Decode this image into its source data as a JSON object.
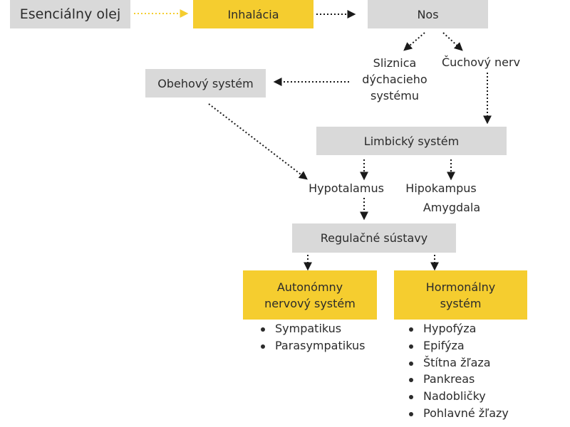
{
  "nodes": {
    "essential_oil": "Esenciálny olej",
    "inhalation": "Inhalácia",
    "nose": "Nos",
    "mucosa": "Sliznica dýchacieho systému",
    "olfactory_nerve": "Čuchový nerv",
    "circulatory": "Obehový systém",
    "limbic": "Limbický systém",
    "hypothalamus": "Hypotalamus",
    "hippocampus": "Hipokampus",
    "amygdala": "Amygdala",
    "regulatory": "Regulačné sústavy",
    "autonomic": "Autonómny nervový systém",
    "hormonal": "Hormonálny systém"
  },
  "autonomic_items": [
    "Sympatikus",
    "Parasympatikus"
  ],
  "hormonal_items": [
    "Hypofýza",
    "Epifýza",
    "Štítna žľaza",
    "Pankreas",
    "Nadobličky",
    "Pohlavné žľazy"
  ],
  "colors": {
    "gray_box": "#d9d9d9",
    "yellow_box": "#f5cd2f",
    "arrow": "#1a1a1a",
    "first_arrow": "#f5cd2f"
  }
}
